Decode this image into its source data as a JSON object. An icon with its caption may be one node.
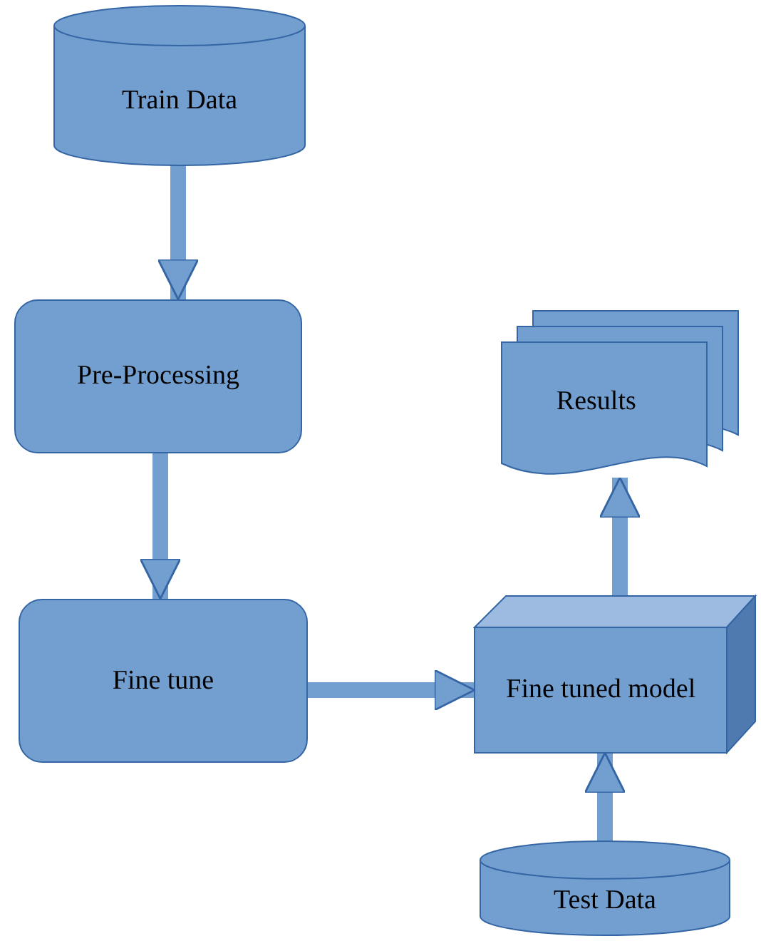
{
  "diagram": {
    "nodes": [
      {
        "text": [
          "Train Data"
        ]
      },
      {
        "text": [
          "Pre-Processing"
        ]
      },
      {
        "text": [
          "Fine tune"
        ]
      },
      {
        "text": [
          "Fine tuned model"
        ]
      },
      {
        "text": [
          "Results"
        ]
      },
      {
        "text": [
          "Test Data"
        ]
      }
    ],
    "edges": [
      {
        "from": 0,
        "to": 1,
        "arrow": "to"
      },
      {
        "from": 1,
        "to": 2,
        "arrow": "to"
      },
      {
        "from": 2,
        "to": 3,
        "arrow": "to"
      },
      {
        "from": 3,
        "to": 4,
        "arrow": "to"
      },
      {
        "from": 5,
        "to": 3,
        "arrow": "to"
      }
    ]
  }
}
